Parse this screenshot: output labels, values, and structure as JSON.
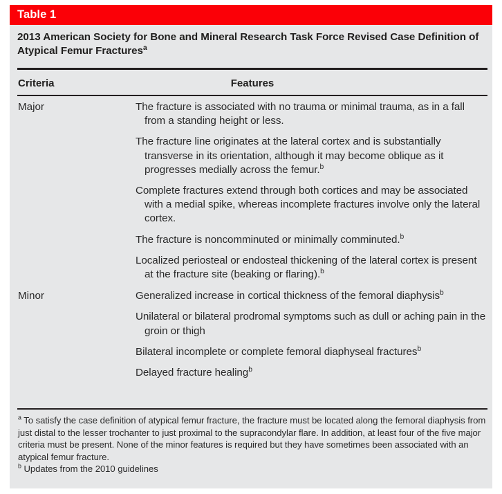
{
  "figure": {
    "caption_label": "Table 1",
    "title": "2013 American Society for Bone and Mineral Research Task Force Revised Case Definition of Atypical Femur Fractures",
    "title_superscript": "a",
    "accent_color": "#fb0007",
    "panel_color": "#e6e7e8",
    "text_color": "#2a2a2a"
  },
  "columns": {
    "criteria": "Criteria",
    "features": "Features"
  },
  "groups": [
    {
      "label": "Major",
      "features": [
        {
          "text": "The fracture is associated with no trauma or minimal trauma, as in a fall from a standing height or less.",
          "superscript": ""
        },
        {
          "text": "The fracture line originates at the lateral cortex and is substantially transverse in its orientation, although it may become oblique as it progresses medially across the femur.",
          "superscript": "b"
        },
        {
          "text": "Complete fractures extend through both cortices and may be associated with a medial spike, whereas incomplete fractures involve only the lateral cortex.",
          "superscript": ""
        },
        {
          "text": "The fracture is noncomminuted or minimally comminuted.",
          "superscript": "b"
        },
        {
          "text": "Localized periosteal or endosteal thickening of the lateral cortex is present at the fracture site (beaking or flaring).",
          "superscript": "b"
        }
      ]
    },
    {
      "label": "Minor",
      "features": [
        {
          "text": "Generalized increase in cortical thickness of the femoral diaphysis",
          "superscript": "b"
        },
        {
          "text": "Unilateral or bilateral prodromal symptoms such as dull or aching pain in the groin or thigh",
          "superscript": ""
        },
        {
          "text": "Bilateral incomplete or complete femoral diaphyseal fractures",
          "superscript": "b"
        },
        {
          "text": "Delayed fracture healing",
          "superscript": "b"
        }
      ]
    }
  ],
  "footnotes": [
    {
      "marker": "a",
      "text": "To satisfy the case definition of atypical femur fracture, the fracture must be located along the femoral diaphysis from just distal to the lesser trochanter to just proximal to the supracondylar flare. In addition, at least four of the five major criteria must be present. None of the minor features is required but they have sometimes been associated with an atypical femur fracture."
    },
    {
      "marker": "b",
      "text": "Updates from the 2010 guidelines"
    }
  ]
}
